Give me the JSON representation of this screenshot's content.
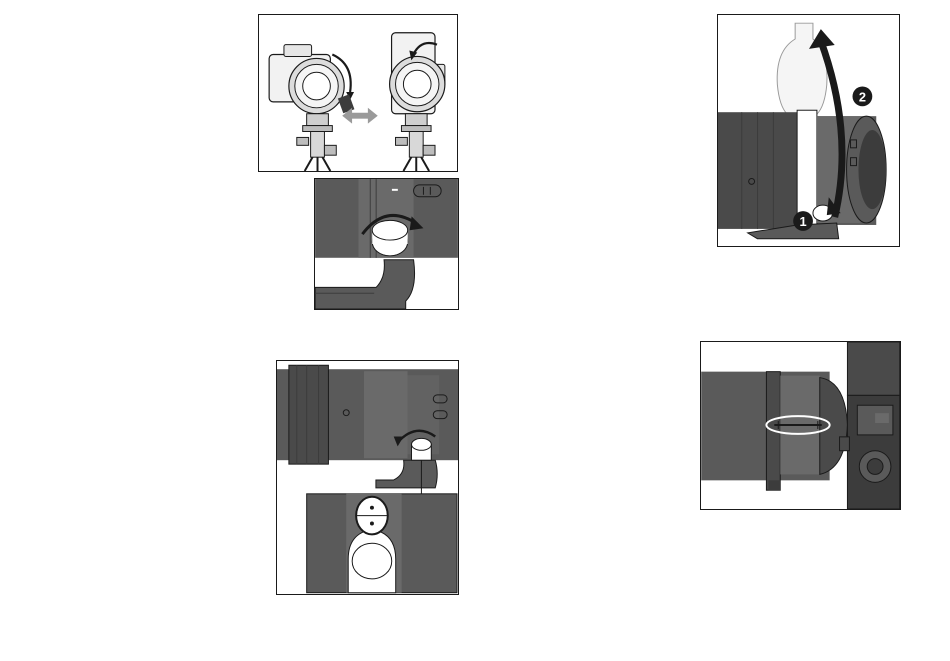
{
  "illustrations": [
    {
      "id": "tripod-rotation",
      "icon": "camera-rotation-on-tripod-illustration"
    },
    {
      "id": "knob-detail",
      "icon": "tripod-mount-knob-rotate-illustration"
    },
    {
      "id": "lens-mount-loosen",
      "icon": "lens-tripod-mount-loosen-illustration"
    },
    {
      "id": "mount-screw-holes",
      "icon": "tripod-mount-screw-holes-detail"
    },
    {
      "id": "remove-mount",
      "icon": "remove-tripod-mount-illustration"
    },
    {
      "id": "alignment-mark",
      "icon": "alignment-mark-highlight-illustration"
    }
  ],
  "steps": {
    "step1": "1",
    "step2": "2"
  },
  "colors": {
    "lens_body": "#5a5a5a",
    "lens_dark": "#3c3c3c",
    "lens_highlight": "#8a8a8a",
    "arrow_gray": "#9a9a9a",
    "outline": "#1a1a1a"
  }
}
